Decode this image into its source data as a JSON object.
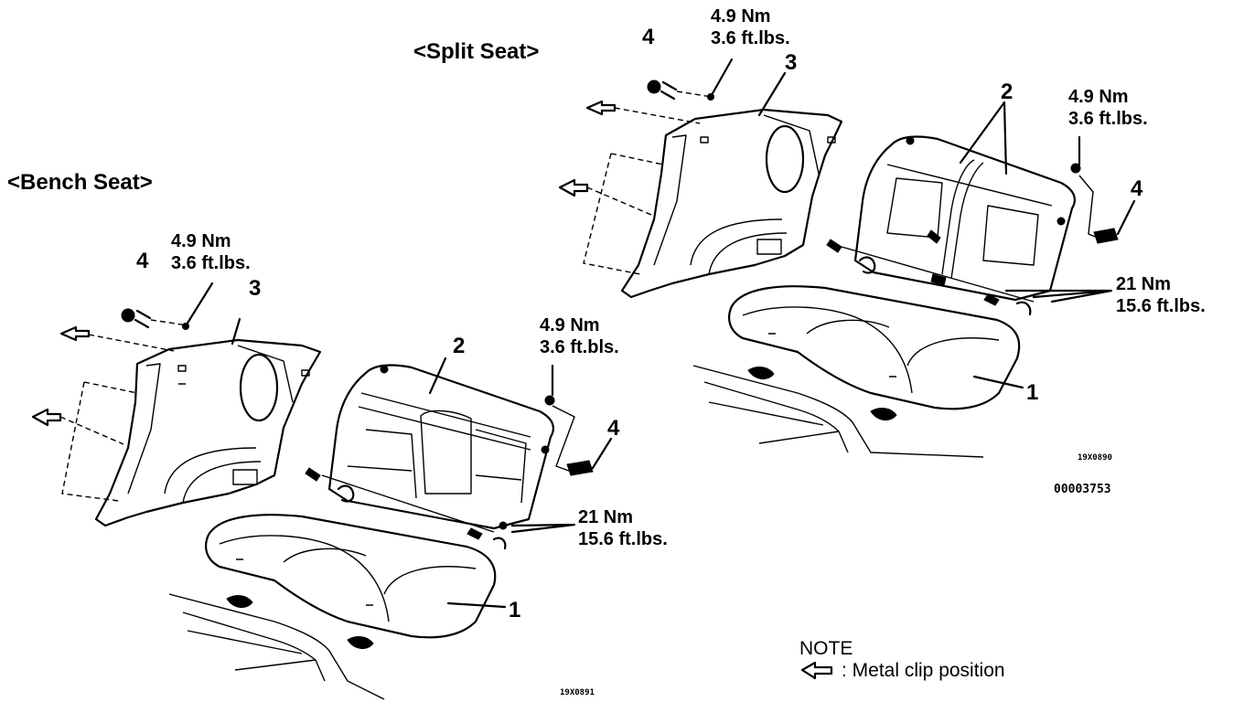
{
  "bench": {
    "heading": "<Bench Seat>",
    "torque_small_1": {
      "nm": "4.9 Nm",
      "ft": "3.6 ft.lbs."
    },
    "torque_small_2": {
      "nm": "4.9 Nm",
      "ft": "3.6 ft.bls."
    },
    "torque_large": {
      "nm": "21 Nm",
      "ft": "15.6 ft.lbs."
    },
    "callouts": {
      "one": "1",
      "two": "2",
      "three": "3",
      "four_a": "4",
      "four_b": "4"
    },
    "code": "19X0891"
  },
  "split": {
    "heading": "<Split Seat>",
    "torque_small_1": {
      "nm": "4.9 Nm",
      "ft": "3.6 ft.lbs."
    },
    "torque_small_2": {
      "nm": "4.9 Nm",
      "ft": "3.6 ft.lbs."
    },
    "torque_large": {
      "nm": "21 Nm",
      "ft": "15.6 ft.lbs."
    },
    "callouts": {
      "one": "1",
      "two": "2",
      "three": "3",
      "four_a": "4",
      "four_b": "4"
    },
    "code": "19X0890"
  },
  "figure_id": "00003753",
  "note": {
    "title": "NOTE",
    "legend": ": Metal clip position",
    "legend_icon": "hollow-arrow-icon"
  }
}
